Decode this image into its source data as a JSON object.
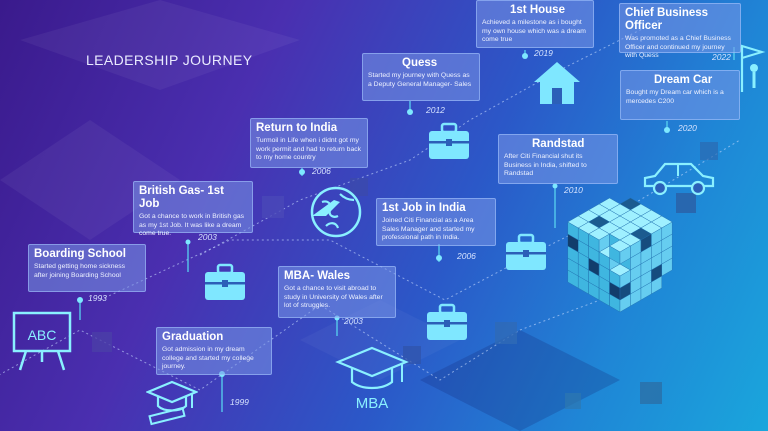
{
  "title": "LEADERSHIP JOURNEY",
  "milestones": [
    {
      "id": "boarding",
      "heading": "Boarding School",
      "text": "Started getting home sickness after joining Boarding School",
      "year": "1993",
      "icon": "abc-board-icon"
    },
    {
      "id": "graduation",
      "heading": "Graduation",
      "text": "Got admission in my dream college and started my college journey.",
      "year": "1999",
      "icon": "graduation-cap-icon"
    },
    {
      "id": "britishgas",
      "heading": "British Gas- 1st Job",
      "text": "Got a chance to work in British gas as my 1st Job. It was like a dream come true.",
      "year": "2003",
      "icon": "briefcase-icon"
    },
    {
      "id": "mba",
      "heading": "MBA- Wales",
      "text": "Got a chance to visit abroad to study in University of Wales after lot of struggles.",
      "year": "2003",
      "icon": "mba-cap-icon",
      "icon_label": "MBA"
    },
    {
      "id": "india",
      "heading": "Return to India",
      "text": "Turmoil in Life when i didnt got my work permit and had to return back to my home country",
      "year": "2006",
      "icon": "globe-plane-icon"
    },
    {
      "id": "firstjob",
      "heading": "1st Job in India",
      "text": "Joined Citi Financial as a Area Sales Manager and started my professional path in India.",
      "year": "2006",
      "icon": "briefcase-icon"
    },
    {
      "id": "quess",
      "heading": "Quess",
      "text": "Started my journey with Quess as a Deputy General Manager- Sales",
      "year": "2012",
      "icon": "briefcase-icon"
    },
    {
      "id": "randstad",
      "heading": "Randstad",
      "text": "After Citi Financial shut its Business in India, shifted to Randstad",
      "year": "2010",
      "icon": "briefcase-icon"
    },
    {
      "id": "house",
      "heading": "1st House",
      "text": "Achieved a milestone as i bought my own house which was a dream come true",
      "year": "2019",
      "icon": "house-icon"
    },
    {
      "id": "car",
      "heading": "Dream Car",
      "text": "Bought my Dream car which is a mercedes C200",
      "year": "2020",
      "icon": "car-icon"
    },
    {
      "id": "cbo",
      "heading": "Chief Business Officer",
      "text": "Was promoted as a Chief Business Officer and continued my journey with Quess",
      "year": "2022",
      "icon": "flag-person-icon"
    }
  ]
}
